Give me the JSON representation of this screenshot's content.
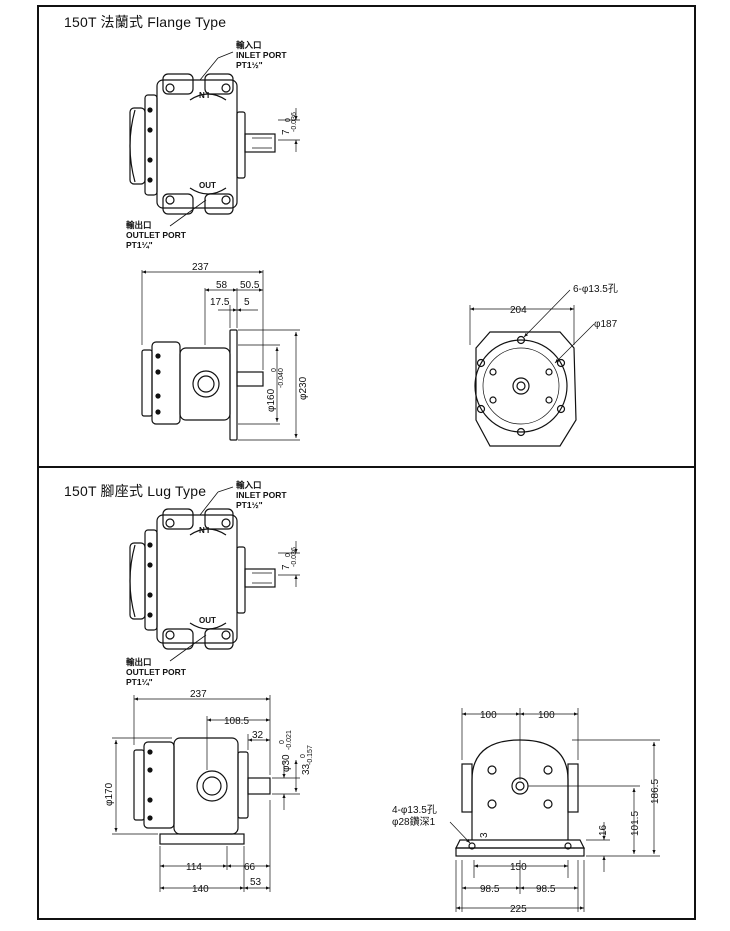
{
  "sections": [
    {
      "title": "150T 法蘭式 Flange Type",
      "inlet": {
        "line1": "輸入口",
        "line2": "INLET PORT",
        "line3": "PT1½\""
      },
      "outlet": {
        "line1": "輸出口",
        "line2": "OUTLET PORT",
        "line3": "PT1¼\""
      },
      "body_marks": {
        "in": "N I",
        "out": "OUT"
      },
      "shaft_key": {
        "nominal": "7",
        "tol_upper": "0",
        "tol_lower": "-0.036"
      },
      "side_dims": {
        "overall": "237",
        "d58": "58",
        "d505": "50.5",
        "d175": "17.5",
        "d5": "5",
        "pilot": "φ160",
        "pilot_tol_upper": "0",
        "pilot_tol_lower": "-0.040",
        "flange": "φ230"
      },
      "end_dims": {
        "holes": "6-φ13.5孔",
        "pcd": "φ187",
        "width": "204"
      }
    },
    {
      "title": "150T 腳座式 Lug Type",
      "inlet": {
        "line1": "輸入口",
        "line2": "INLET PORT",
        "line3": "PT1½\""
      },
      "outlet": {
        "line1": "輸出口",
        "line2": "OUTLET PORT",
        "line3": "PT1¼\""
      },
      "body_marks": {
        "in": "N I",
        "out": "OUT"
      },
      "shaft_key": {
        "nominal": "7",
        "tol_upper": "0",
        "tol_lower": "-0.036"
      },
      "side_dims": {
        "overall": "237",
        "d1085": "108.5",
        "d32": "32",
        "shaft": "φ30",
        "shaft_tol_upper": "0",
        "shaft_tol_lower": "-0.021",
        "key": "33",
        "key_tol_upper": "0",
        "key_tol_lower": "-0.157",
        "height": "φ170",
        "d114": "114",
        "d66": "66",
        "d140": "140",
        "d53": "53"
      },
      "end_dims": {
        "half_left": "100",
        "half_right": "100",
        "height_total": "186.5",
        "center_height": "101.5",
        "foot_thk": "16",
        "holes_line1": "4-φ13.5孔",
        "holes_line2": "φ28鑽深1",
        "d3": "3",
        "d150": "150",
        "d985a": "98.5",
        "d985b": "98.5",
        "d225": "225"
      }
    }
  ]
}
